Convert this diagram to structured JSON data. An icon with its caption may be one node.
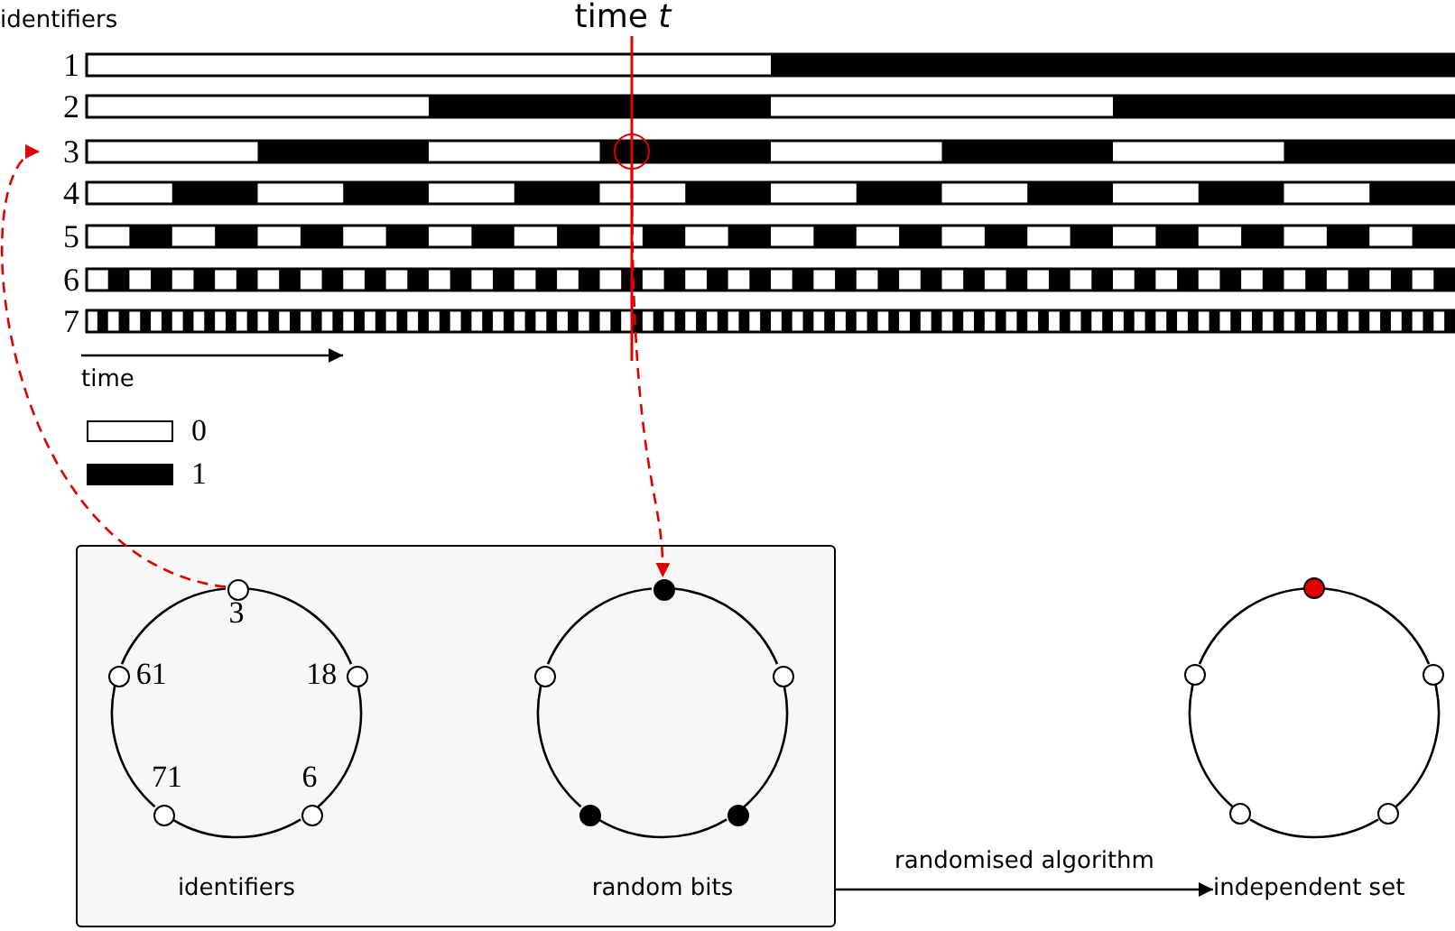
{
  "diagram": {
    "nodes": [
      {
        "text": [
          "1"
        ]
      },
      {
        "text": [
          "2"
        ]
      },
      {
        "text": [
          "3"
        ]
      },
      {
        "text": [
          "4"
        ]
      },
      {
        "text": [
          "5"
        ]
      },
      {
        "text": [
          "6"
        ]
      },
      {
        "text": [
          "7"
        ]
      },
      {
        "text": [],
        "shape": "circle"
      },
      {
        "text": [],
        "shape": "box"
      },
      {
        "text": [],
        "shape": "circle",
        "in": 8,
        "beside": [
          "3"
        ]
      },
      {
        "text": [],
        "shape": "circle",
        "in": 8,
        "beside": [
          "61"
        ]
      },
      {
        "text": [],
        "shape": "circle",
        "in": 8,
        "beside": [
          "18"
        ]
      },
      {
        "text": [],
        "shape": "circle",
        "in": 8,
        "beside": [
          "71"
        ]
      },
      {
        "text": [],
        "shape": "circle",
        "in": 8,
        "beside": [
          "6"
        ]
      },
      {
        "text": [],
        "shape": "circle",
        "in": 8
      },
      {
        "text": [],
        "shape": "circle",
        "in": 8
      },
      {
        "text": [],
        "shape": "circle",
        "in": 8
      },
      {
        "text": [],
        "shape": "circle",
        "in": 8
      },
      {
        "text": [],
        "shape": "circle",
        "in": 8
      },
      {
        "text": [
          "independent set"
        ]
      },
      {
        "text": [],
        "shape": "circle"
      },
      {
        "text": [],
        "shape": "circle"
      },
      {
        "text": [],
        "shape": "circle"
      },
      {
        "text": [],
        "shape": "circle"
      },
      {
        "text": [],
        "shape": "circle"
      }
    ],
    "edges": [
      {
        "from": 9,
        "to": 11,
        "arrow": "none"
      },
      {
        "from": 11,
        "to": 13,
        "arrow": "none"
      },
      {
        "from": 13,
        "to": 12,
        "arrow": "none"
      },
      {
        "from": 12,
        "to": 10,
        "arrow": "none"
      },
      {
        "from": 10,
        "to": 9,
        "arrow": "none"
      },
      {
        "from": 14,
        "to": 16,
        "arrow": "none"
      },
      {
        "from": 16,
        "to": 18,
        "arrow": "none"
      },
      {
        "from": 18,
        "to": 17,
        "arrow": "none"
      },
      {
        "from": 17,
        "to": 15,
        "arrow": "none"
      },
      {
        "from": 15,
        "to": 14,
        "arrow": "none"
      },
      {
        "from": 20,
        "to": 22,
        "arrow": "none"
      },
      {
        "from": 22,
        "to": 24,
        "arrow": "none"
      },
      {
        "from": 24,
        "to": 23,
        "arrow": "none"
      },
      {
        "from": 23,
        "to": 21,
        "arrow": "none"
      },
      {
        "from": 21,
        "to": 20,
        "arrow": "none"
      },
      {
        "from": 9,
        "to": 2,
        "arrow": "to",
        "style": "dashed",
        "color": "#e00000"
      },
      {
        "from": 7,
        "to": 14,
        "arrow": "to",
        "style": "dashed",
        "color": "#e00000"
      },
      {
        "from": 8,
        "to": 19,
        "arrow": "to",
        "label": "randomised algorithm"
      }
    ],
    "labels": [
      "identifiers",
      "time *t*",
      "time",
      "identifiers",
      "random bits"
    ],
    "legend": [
      {
        "text": "0",
        "color": "#ffffff"
      },
      {
        "text": "1",
        "color": "#000000"
      }
    ]
  }
}
